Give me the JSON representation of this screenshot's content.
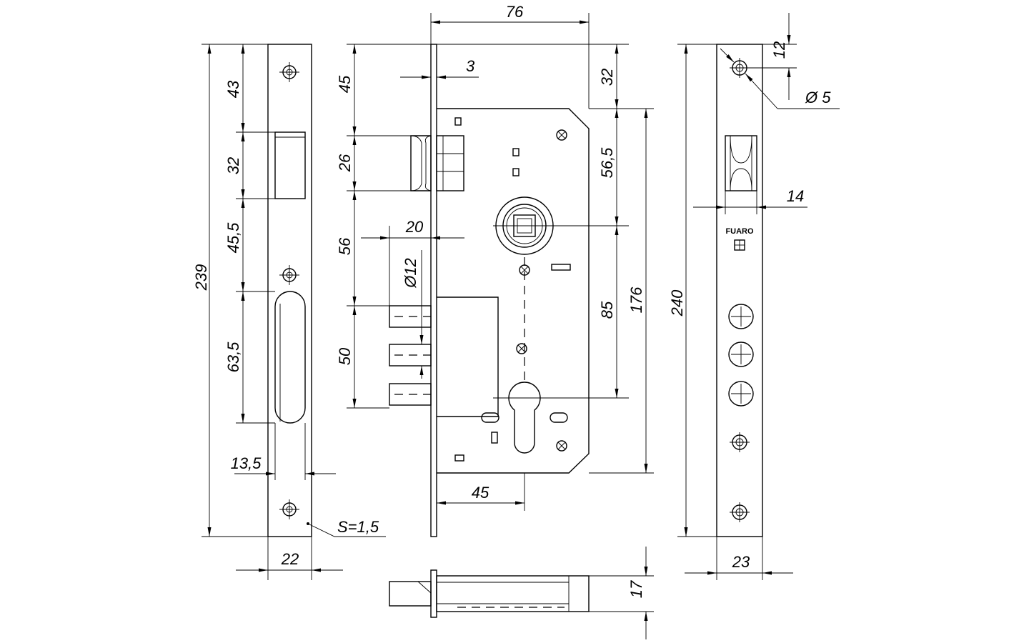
{
  "dimensions": {
    "overall_width": "76",
    "faceplate_thickness": "3",
    "top_offset_left": "45",
    "latch_height": "26",
    "spindle_offset": "56",
    "rebate": "20",
    "bolt_diameter": "Ø12",
    "bolt_spacing": "50",
    "backset": "45",
    "case_top_offset": "32",
    "spindle_from_top": "56,5",
    "center_distance": "85",
    "case_height": "176",
    "strike_height": "239",
    "strike_top": "43",
    "strike_latch_window": "32",
    "strike_gap": "45,5",
    "strike_bolt_window": "63,5",
    "strike_window_width": "13,5",
    "strike_thickness": "S=1,5",
    "strike_width": "22",
    "faceplate_height": "240",
    "faceplate_screw_top": "12",
    "screw_hole_diameter": "Ø 5",
    "latch_face_width": "14",
    "faceplate_width": "23",
    "case_depth": "17"
  },
  "brand_mark": "FUARO"
}
